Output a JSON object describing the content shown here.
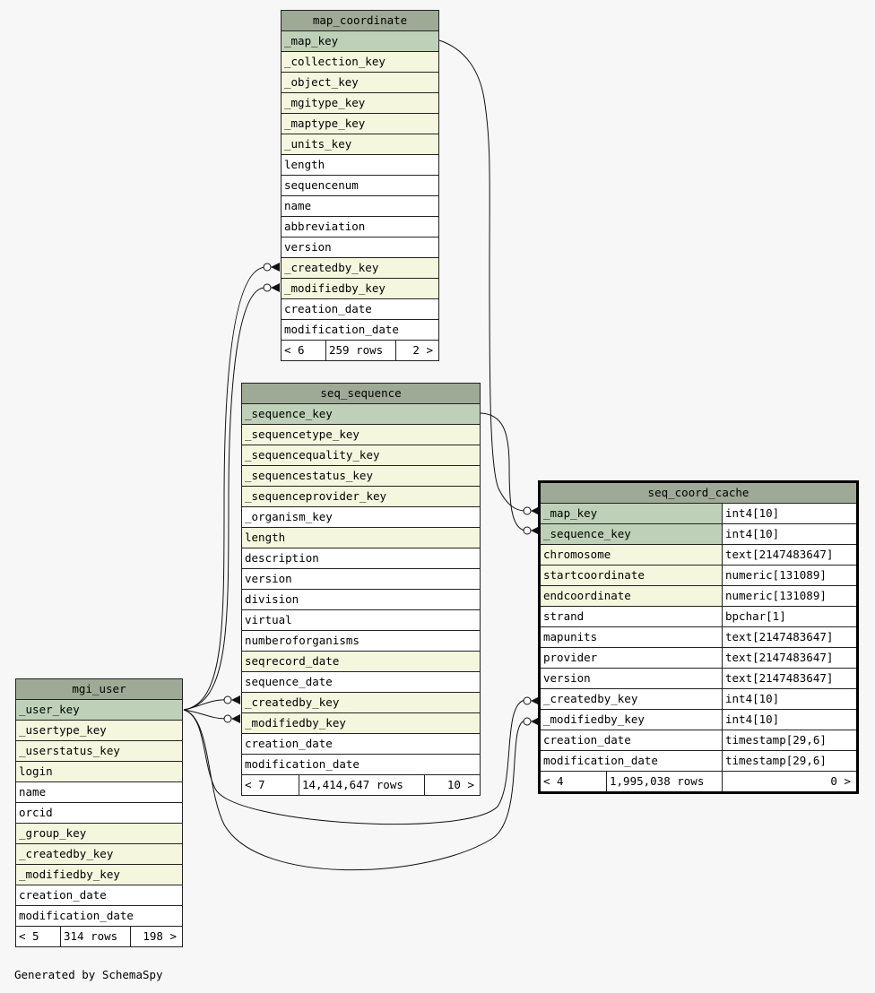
{
  "tables": {
    "map_coordinate": {
      "title": "map_coordinate",
      "rows": [
        {
          "name": "_map_key",
          "kind": "pk"
        },
        {
          "name": "_collection_key",
          "kind": "fk"
        },
        {
          "name": "_object_key",
          "kind": "fk"
        },
        {
          "name": "_mgitype_key",
          "kind": "fk"
        },
        {
          "name": "_maptype_key",
          "kind": "fk"
        },
        {
          "name": "_units_key",
          "kind": "fk"
        },
        {
          "name": "length",
          "kind": "plain"
        },
        {
          "name": "sequencenum",
          "kind": "plain"
        },
        {
          "name": "name",
          "kind": "plain"
        },
        {
          "name": "abbreviation",
          "kind": "plain"
        },
        {
          "name": "version",
          "kind": "plain"
        },
        {
          "name": "_createdby_key",
          "kind": "fk"
        },
        {
          "name": "_modifiedby_key",
          "kind": "fk"
        },
        {
          "name": "creation_date",
          "kind": "plain"
        },
        {
          "name": "modification_date",
          "kind": "plain"
        }
      ],
      "footer": {
        "left": "< 6",
        "mid": "259 rows",
        "right": "2 >"
      }
    },
    "seq_sequence": {
      "title": "seq_sequence",
      "rows": [
        {
          "name": "_sequence_key",
          "kind": "pk"
        },
        {
          "name": "_sequencetype_key",
          "kind": "fk"
        },
        {
          "name": "_sequencequality_key",
          "kind": "fk"
        },
        {
          "name": "_sequencestatus_key",
          "kind": "fk"
        },
        {
          "name": "_sequenceprovider_key",
          "kind": "fk"
        },
        {
          "name": "_organism_key",
          "kind": "plain"
        },
        {
          "name": "length",
          "kind": "fk"
        },
        {
          "name": "description",
          "kind": "plain"
        },
        {
          "name": "version",
          "kind": "plain"
        },
        {
          "name": "division",
          "kind": "plain"
        },
        {
          "name": "virtual",
          "kind": "plain"
        },
        {
          "name": "numberoforganisms",
          "kind": "plain"
        },
        {
          "name": "seqrecord_date",
          "kind": "fk"
        },
        {
          "name": "sequence_date",
          "kind": "plain"
        },
        {
          "name": "_createdby_key",
          "kind": "fk"
        },
        {
          "name": "_modifiedby_key",
          "kind": "fk"
        },
        {
          "name": "creation_date",
          "kind": "plain"
        },
        {
          "name": "modification_date",
          "kind": "plain"
        }
      ],
      "footer": {
        "left": "< 7",
        "mid": "14,414,647 rows",
        "right": "10 >"
      }
    },
    "mgi_user": {
      "title": "mgi_user",
      "rows": [
        {
          "name": "_user_key",
          "kind": "pk"
        },
        {
          "name": "_usertype_key",
          "kind": "fk"
        },
        {
          "name": "_userstatus_key",
          "kind": "fk"
        },
        {
          "name": "login",
          "kind": "fk"
        },
        {
          "name": "name",
          "kind": "plain"
        },
        {
          "name": "orcid",
          "kind": "plain"
        },
        {
          "name": "_group_key",
          "kind": "fk"
        },
        {
          "name": "_createdby_key",
          "kind": "fk"
        },
        {
          "name": "_modifiedby_key",
          "kind": "fk"
        },
        {
          "name": "creation_date",
          "kind": "plain"
        },
        {
          "name": "modification_date",
          "kind": "plain"
        }
      ],
      "footer": {
        "left": "< 5",
        "mid": "314 rows",
        "right": "198 >"
      }
    },
    "seq_coord_cache": {
      "title": "seq_coord_cache",
      "rows": [
        {
          "name": "_map_key",
          "type": "int4[10]",
          "kind": "pk"
        },
        {
          "name": "_sequence_key",
          "type": "int4[10]",
          "kind": "pk"
        },
        {
          "name": "chromosome",
          "type": "text[2147483647]",
          "kind": "fk"
        },
        {
          "name": "startcoordinate",
          "type": "numeric[131089]",
          "kind": "fk"
        },
        {
          "name": "endcoordinate",
          "type": "numeric[131089]",
          "kind": "fk"
        },
        {
          "name": "strand",
          "type": "bpchar[1]",
          "kind": "plain"
        },
        {
          "name": "mapunits",
          "type": "text[2147483647]",
          "kind": "plain"
        },
        {
          "name": "provider",
          "type": "text[2147483647]",
          "kind": "plain"
        },
        {
          "name": "version",
          "type": "text[2147483647]",
          "kind": "plain"
        },
        {
          "name": "_createdby_key",
          "type": "int4[10]",
          "kind": "plain"
        },
        {
          "name": "_modifiedby_key",
          "type": "int4[10]",
          "kind": "plain"
        },
        {
          "name": "creation_date",
          "type": "timestamp[29,6]",
          "kind": "plain"
        },
        {
          "name": "modification_date",
          "type": "timestamp[29,6]",
          "kind": "plain"
        }
      ],
      "footer": {
        "left": "< 4",
        "mid": "1,995,038 rows",
        "right": "0 >"
      }
    }
  },
  "credit": "Generated by SchemaSpy",
  "colors": {
    "header": "#9faa96",
    "pk": "#bed1b8",
    "fk": "#f4f7dd",
    "plain": "#ffffff",
    "background": "#f7f7f7"
  }
}
